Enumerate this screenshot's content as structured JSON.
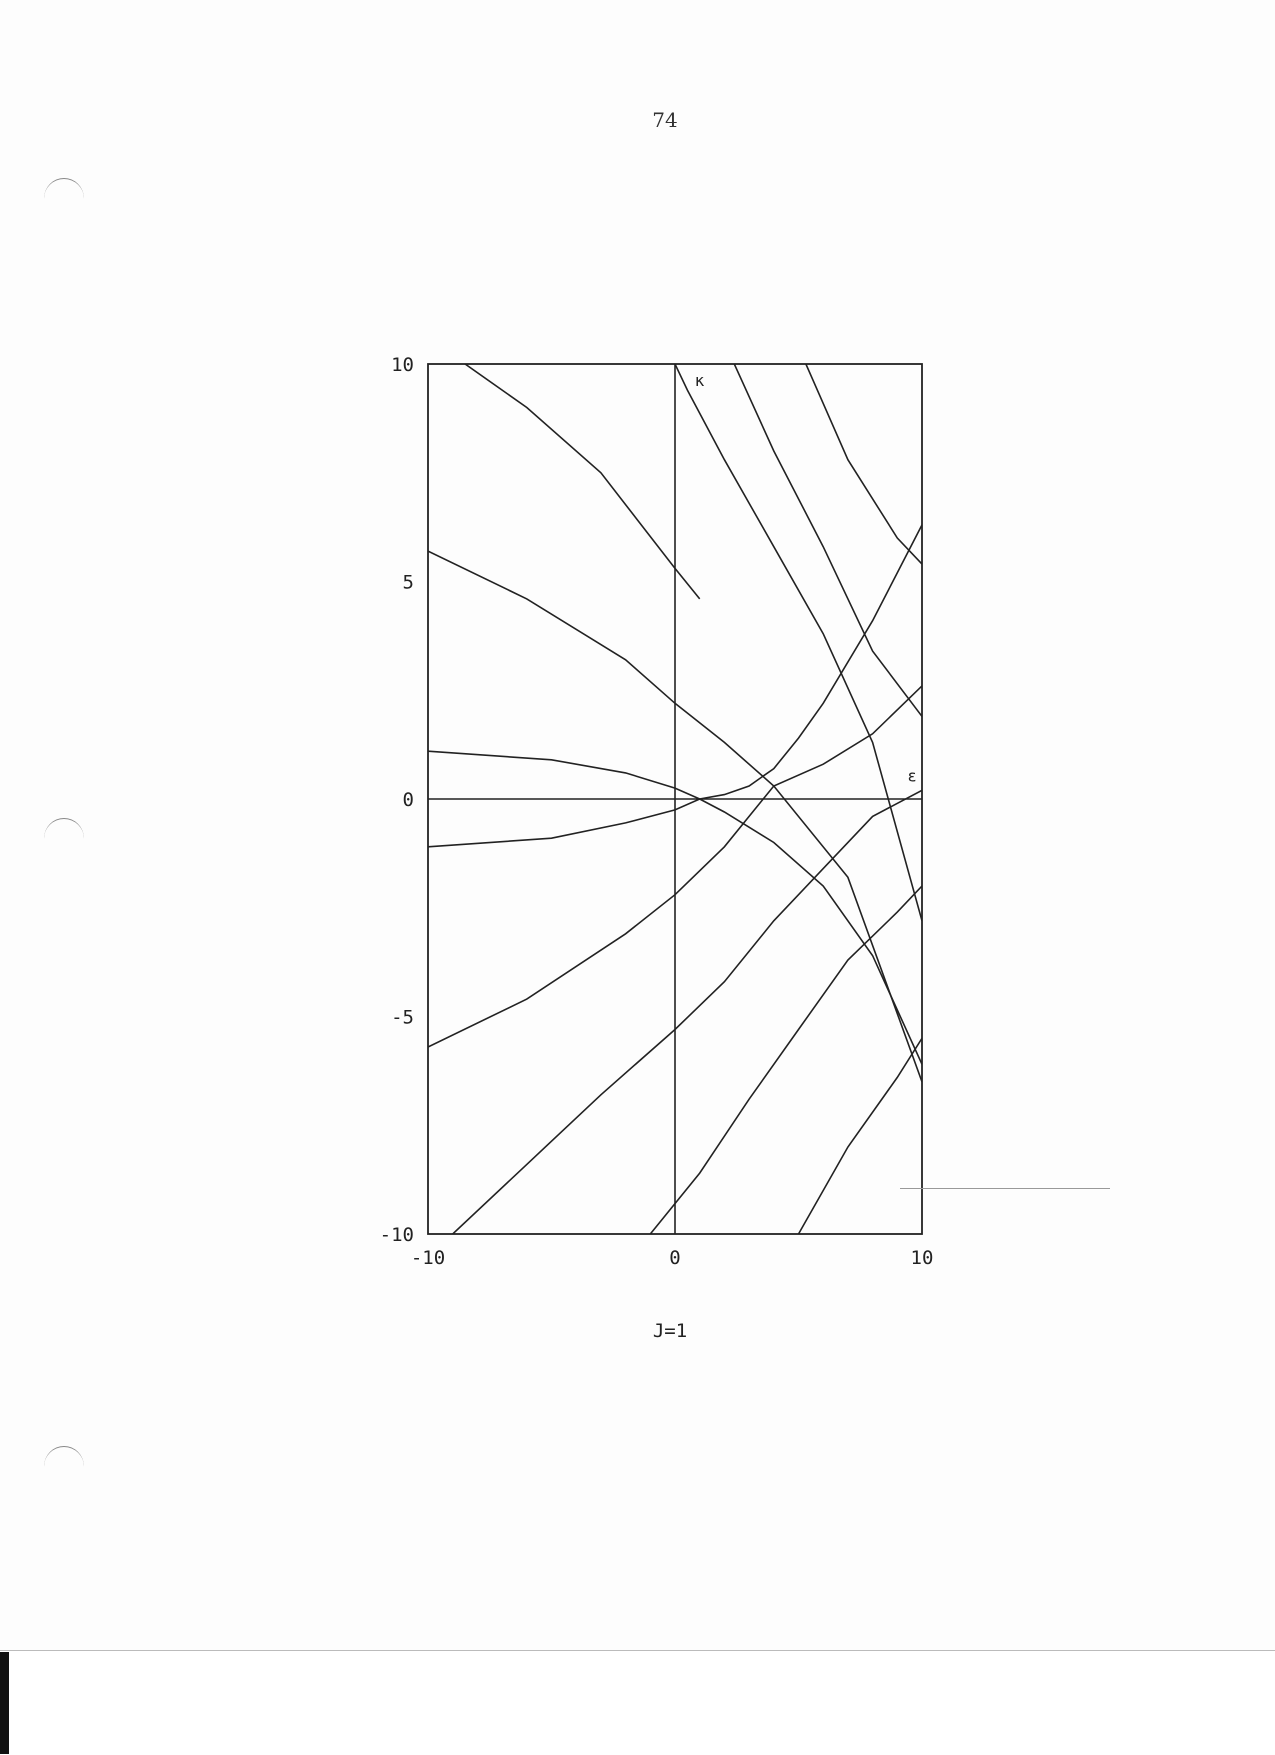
{
  "page": {
    "number": "74",
    "caption": "J=1"
  },
  "chart_data": {
    "type": "line",
    "xlim": [
      -10,
      10
    ],
    "ylim": [
      -10,
      10
    ],
    "x_ticks": [
      "-10",
      "0",
      "10"
    ],
    "y_ticks": [
      "10",
      "5",
      "0",
      "-5",
      "-10"
    ],
    "annotations": [
      {
        "text": "κ",
        "x": 1.0,
        "y": 9.5
      },
      {
        "text": "ε",
        "x": 9.6,
        "y": 0.4
      }
    ],
    "reference_lines": {
      "horizontal_y": 0,
      "vertical_x": 0
    },
    "series": [
      {
        "x": [
          -8.5,
          -6,
          -3,
          0,
          1
        ],
        "y": [
          10,
          9,
          7.5,
          5.3,
          4.6
        ]
      },
      {
        "x": [
          -10,
          -6,
          -2,
          0,
          2,
          4,
          7,
          10
        ],
        "y": [
          5.7,
          4.6,
          3.2,
          2.2,
          1.3,
          0.3,
          -1.8,
          -6.5
        ]
      },
      {
        "x": [
          -10,
          -5,
          -2,
          0,
          1,
          2,
          4,
          6,
          8,
          10
        ],
        "y": [
          1.1,
          0.9,
          0.6,
          0.25,
          0.0,
          -0.3,
          -1.0,
          -2.0,
          -3.6,
          -6.1
        ]
      },
      {
        "x": [
          -10,
          -5,
          -2,
          0,
          1,
          2,
          3,
          4,
          5,
          6,
          8,
          10
        ],
        "y": [
          -1.1,
          -0.9,
          -0.55,
          -0.25,
          0.0,
          0.1,
          0.3,
          0.7,
          1.4,
          2.2,
          4.1,
          6.3
        ]
      },
      {
        "x": [
          -10,
          -6,
          -2,
          0,
          2,
          4,
          6,
          8,
          10
        ],
        "y": [
          -5.7,
          -4.6,
          -3.1,
          -2.2,
          -1.1,
          0.3,
          0.8,
          1.5,
          2.6
        ]
      },
      {
        "x": [
          -9,
          -6,
          -3,
          0,
          2,
          4,
          6,
          8,
          10
        ],
        "y": [
          -10,
          -8.4,
          -6.8,
          -5.3,
          -4.2,
          -2.8,
          -1.6,
          -0.4,
          0.2
        ]
      },
      {
        "x": [
          -1,
          1,
          3,
          5,
          7,
          9,
          10
        ],
        "y": [
          -10,
          -8.6,
          -6.9,
          -5.3,
          -3.7,
          -2.6,
          -2.0
        ]
      },
      {
        "x": [
          5,
          7,
          9,
          10
        ],
        "y": [
          -10,
          -8.0,
          -6.4,
          -5.5
        ]
      },
      {
        "x": [
          0,
          0.5,
          2,
          4,
          6,
          8,
          10
        ],
        "y": [
          10,
          9.4,
          7.8,
          5.8,
          3.8,
          1.3,
          -2.8
        ]
      },
      {
        "x": [
          5.3,
          7,
          9,
          10
        ],
        "y": [
          10,
          7.8,
          6.0,
          5.4
        ]
      },
      {
        "x": [
          2.4,
          4,
          6,
          8,
          10
        ],
        "y": [
          10,
          8.0,
          5.8,
          3.4,
          1.9
        ]
      }
    ]
  }
}
